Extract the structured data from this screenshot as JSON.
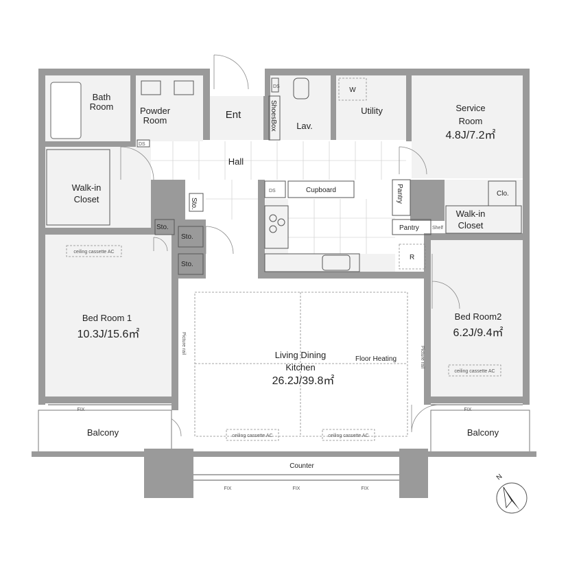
{
  "rooms": {
    "bath": "Bath",
    "bath2": "Room",
    "powder": "Powder",
    "powder2": "Room",
    "ent": "Ent",
    "shoes_box": "ShoesBox",
    "lav": "Lav.",
    "utility": "Utility",
    "w": "W",
    "service": "Service",
    "service2": "Room",
    "service_area": "4.8J/7.2㎡",
    "hall": "Hall",
    "ds": "DS",
    "ds2": "DS",
    "ds3": "DS",
    "cupboard": "Cupboard",
    "pantry_a": "Pantry",
    "pantry_b": "Pantry",
    "shelf": "Shelf",
    "clo": "Clo.",
    "walkin1_a": "Walk-in",
    "walkin1_b": "Closet",
    "walkin2_a": "Walk-in",
    "walkin2_b": "Closet",
    "sto1": "Sto.",
    "sto2": "Sto.",
    "sto3": "Sto.",
    "sto4": "Sto.",
    "r": "R",
    "bed1": "Bed Room 1",
    "bed1_area": "10.3J/15.6㎡",
    "bed2": "Bed Room2",
    "bed2_area": "6.2J/9.4㎡",
    "ldk1": "Living Dining",
    "ldk2": "Kitchen",
    "ldk_area": "26.2J/39.8㎡",
    "floor_heating": "Floor Heating",
    "picture_rail_l": "Picture rail",
    "picture_rail_r": "Picture rail",
    "ac_bed1": "ceiling cassette AC",
    "ac_bed2": "ceiling cassette AC",
    "ac_ldk1": "ceiling cassette AC",
    "ac_ldk2": "ceiling cassette AC",
    "balcony_l": "Balcony",
    "balcony_r": "Balcony",
    "counter": "Counter",
    "fix1": "FIX",
    "fix2": "FIX",
    "fix3": "FIX",
    "fix4": "FIX",
    "fix5": "FIX",
    "north": "N"
  },
  "colors": {
    "wall": "#9a9a9a",
    "floor": "#f2f2f2",
    "line": "#555555"
  }
}
